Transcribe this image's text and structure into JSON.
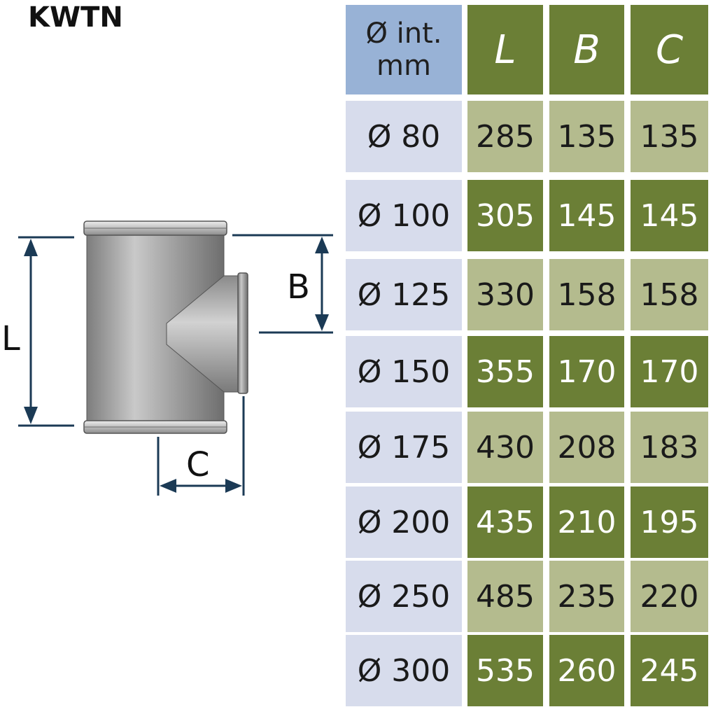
{
  "title": "KWTN",
  "diagram": {
    "label_L": "L",
    "label_B": "B",
    "label_C": "C"
  },
  "table": {
    "header_line1": "Ø int.",
    "header_line2": "mm",
    "columns": [
      "L",
      "B",
      "C"
    ],
    "rows": [
      {
        "diameter": "Ø 80",
        "L": "285",
        "B": "135",
        "C": "135"
      },
      {
        "diameter": "Ø 100",
        "L": "305",
        "B": "145",
        "C": "145"
      },
      {
        "diameter": "Ø 125",
        "L": "330",
        "B": "158",
        "C": "158"
      },
      {
        "diameter": "Ø 150",
        "L": "355",
        "B": "170",
        "C": "170"
      },
      {
        "diameter": "Ø 175",
        "L": "430",
        "B": "208",
        "C": "183"
      },
      {
        "diameter": "Ø 200",
        "L": "435",
        "B": "210",
        "C": "195"
      },
      {
        "diameter": "Ø 250",
        "L": "485",
        "B": "235",
        "C": "220"
      },
      {
        "diameter": "Ø 300",
        "L": "535",
        "B": "260",
        "C": "245"
      }
    ]
  },
  "colors": {
    "header_blue": "#98b2d6",
    "row_blue": "#d7dcec",
    "green_dark": "#6b7f36",
    "green_light": "#b4bb8e",
    "dimension_line": "#1b3a55"
  }
}
